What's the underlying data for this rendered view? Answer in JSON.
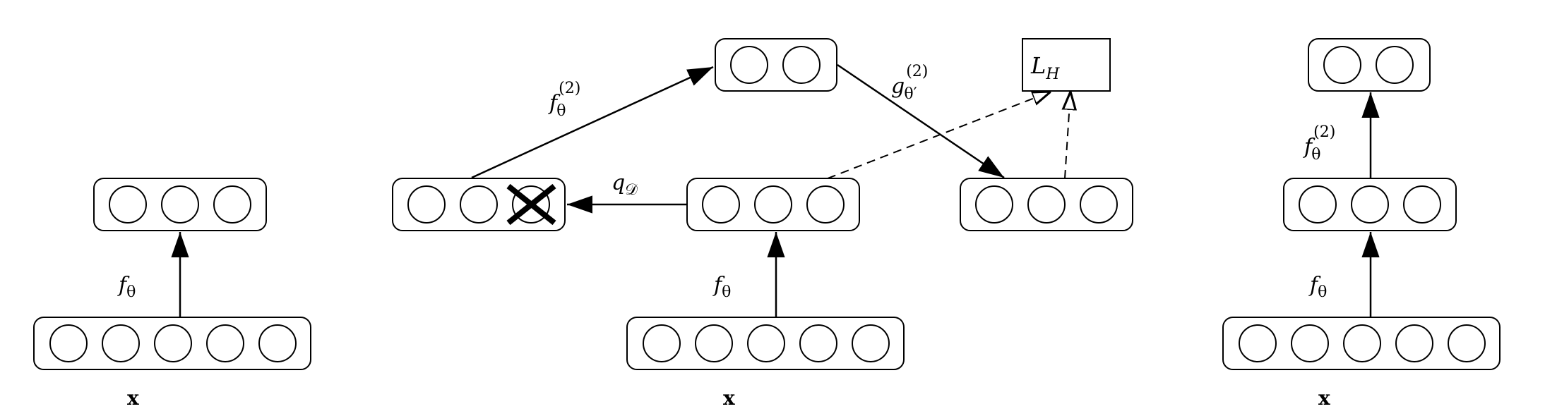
{
  "labels": {
    "f": "f",
    "theta": "θ",
    "sup2": "(2)",
    "g": "g",
    "theta_prime": "θ′",
    "q": "q",
    "q_sub": "𝒟",
    "L": "L",
    "L_sub": "H",
    "x": "x"
  },
  "colors": {
    "stroke": "#000000",
    "fill": "#ffffff"
  }
}
